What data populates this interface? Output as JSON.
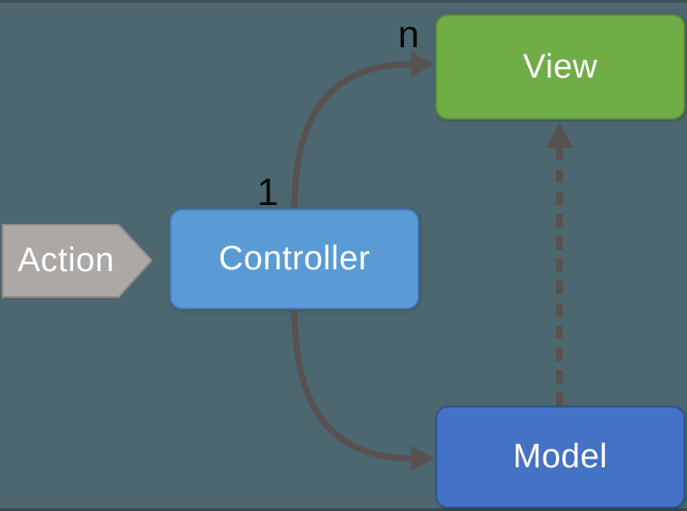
{
  "background": {
    "color": "#4c6770"
  },
  "nodes": {
    "view": {
      "label": "View",
      "fill": "#70AD47",
      "border": "#5d9136",
      "text_color": "#ffffff"
    },
    "controller": {
      "label": "Controller",
      "fill": "#5B9BD5",
      "border": "#4577c0",
      "text_color": "#ffffff"
    },
    "model": {
      "label": "Model",
      "fill": "#4472C4",
      "border": "#2F5597",
      "text_color": "#ffffff"
    }
  },
  "action": {
    "label": "Action",
    "fill": "#aba8a5",
    "border": "#8f8c89",
    "text_color": "#ffffff"
  },
  "edges": {
    "controller_to_view": {
      "from": "Controller",
      "to": "View",
      "style": "solid-curved",
      "color": "#575250",
      "multiplicity_at_controller": "1",
      "multiplicity_at_view": "n"
    },
    "controller_to_model": {
      "from": "Controller",
      "to": "Model",
      "style": "solid-curved",
      "color": "#575250"
    },
    "model_to_view": {
      "from": "Model",
      "to": "View",
      "style": "dashed",
      "color": "#575250"
    }
  }
}
